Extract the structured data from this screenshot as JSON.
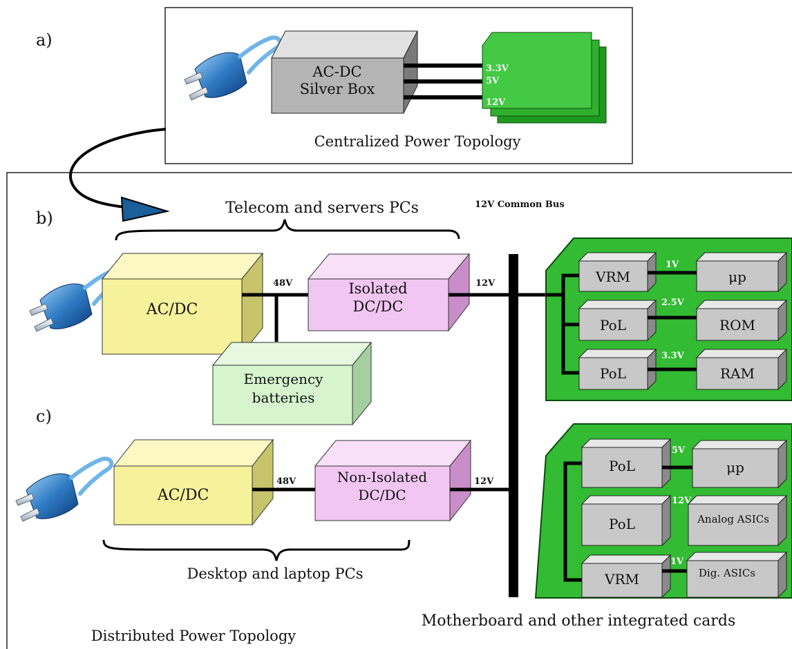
{
  "section_labels": {
    "a": "a)",
    "b": "b)",
    "c": "c)"
  },
  "centralized": {
    "box_line1": "AC-DC",
    "box_line2": "Silver Box",
    "outputs": [
      "3.3V",
      "5V",
      "12V"
    ],
    "caption": "Centralized Power Topology"
  },
  "telecom": {
    "caption": "Telecom and servers PCs",
    "acdc": "AC/DC",
    "link_voltage": "48V",
    "dcdc_line1": "Isolated",
    "dcdc_line2": "DC/DC",
    "out_voltage": "12V",
    "battery_line1": "Emergency",
    "battery_line2": "batteries"
  },
  "desktop": {
    "caption": "Desktop and laptop PCs",
    "acdc": "AC/DC",
    "link_voltage": "48V",
    "dcdc_line1": "Non-Isolated",
    "dcdc_line2": "DC/DC",
    "out_voltage": "12V"
  },
  "bus_label": "12V Common Bus",
  "board1": {
    "rows": [
      {
        "left": "VRM",
        "voltage": "1V",
        "right": "μp"
      },
      {
        "left": "PoL",
        "voltage": "2.5V",
        "right": "ROM"
      },
      {
        "left": "PoL",
        "voltage": "3.3V",
        "right": "RAM"
      }
    ]
  },
  "board2": {
    "rows": [
      {
        "left": "PoL",
        "voltage": "5V",
        "right": "μp"
      },
      {
        "left": "PoL",
        "voltage": "12V",
        "right": "Analog ASICs"
      },
      {
        "left": "VRM",
        "voltage": "1V",
        "right": "Dig. ASICs"
      }
    ]
  },
  "board_caption": "Motherboard and other integrated cards",
  "distributed_caption": "Distributed Power Topology",
  "colors": {
    "green": "#33bb33",
    "green_dark": "#117711",
    "yellow": "#f6f29c",
    "pink": "#f2c6f2",
    "light_green": "#d6f5cf",
    "gray": "#c8c8c8",
    "plug_blue": "#2a6fb3"
  },
  "icons": [
    "power-plug-icon",
    "arrow-icon"
  ]
}
